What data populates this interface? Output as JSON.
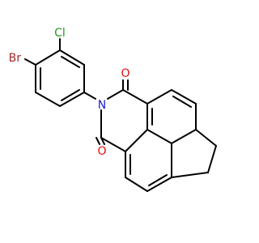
{
  "molecule": {
    "atoms": [
      {
        "id": "br",
        "symbol": "Br",
        "color": "#a52a2a"
      },
      {
        "id": "cl",
        "symbol": "Cl",
        "color": "#1e9b1e"
      },
      {
        "id": "n",
        "symbol": "N",
        "color": "#2020d8"
      },
      {
        "id": "o-top",
        "symbol": "O",
        "color": "#e01010"
      },
      {
        "id": "o-bottom",
        "symbol": "O",
        "color": "#e01010"
      }
    ],
    "bond_color": "#000000"
  }
}
